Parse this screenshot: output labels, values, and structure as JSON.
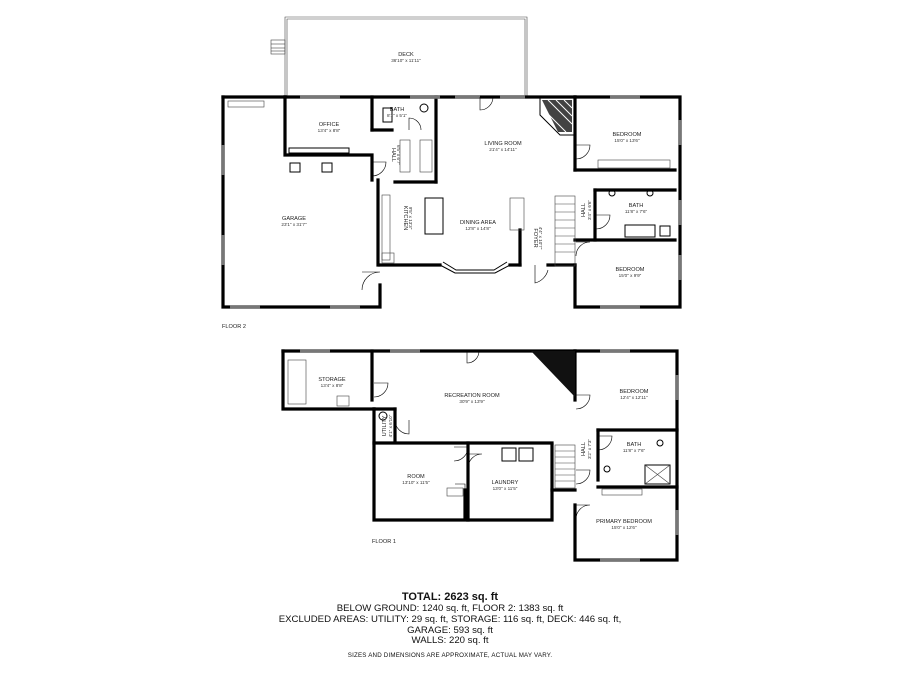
{
  "floors": {
    "floor2": {
      "label": "FLOOR 2",
      "rooms": {
        "deck": {
          "name": "DECK",
          "dim": "36'10\" x 11'11\""
        },
        "office": {
          "name": "OFFICE",
          "dim": "13'4\" x 8'8\""
        },
        "bath_small": {
          "name": "BATH",
          "dim": "8'1\" x 5'1\""
        },
        "hall": {
          "name": "HALL",
          "dim": "6'5\" x 6'7\""
        },
        "living": {
          "name": "LIVING ROOM",
          "dim": "21'4\" x 14'11\""
        },
        "bedroom_ne": {
          "name": "BEDROOM",
          "dim": "15'0\" x 13'6\""
        },
        "garage": {
          "name": "GARAGE",
          "dim": "23'1\" x 31'7\""
        },
        "kitchen": {
          "name": "KITCHEN",
          "dim": "9'5\" x 13'3\""
        },
        "dining": {
          "name": "DINING AREA",
          "dim": "12'8\" x 14'8\""
        },
        "foyer": {
          "name": "FOYER",
          "dim": "4'4\" x 10'7\""
        },
        "hall_e": {
          "name": "HALL",
          "dim": "3'4\" x 6'6\""
        },
        "bath_e": {
          "name": "BATH",
          "dim": "11'8\" x 7'6\""
        },
        "bedroom_se": {
          "name": "BEDROOM",
          "dim": "15'0\" x 9'9\""
        }
      }
    },
    "floor1": {
      "label": "FLOOR 1",
      "rooms": {
        "storage": {
          "name": "STORAGE",
          "dim": "13'4\" x 8'8\""
        },
        "recreation": {
          "name": "RECREATION ROOM",
          "dim": "30'9\" x 13'9\""
        },
        "utility": {
          "name": "UTILITY",
          "dim": "4'1\" x 6'10\""
        },
        "bedroom": {
          "name": "BEDROOM",
          "dim": "12'4\" x 12'11\""
        },
        "hall": {
          "name": "HALL",
          "dim": "3'2\" x 7'3\""
        },
        "bath": {
          "name": "BATH",
          "dim": "11'8\" x 7'6\""
        },
        "room": {
          "name": "ROOM",
          "dim": "13'10\" x 11'5\""
        },
        "laundry": {
          "name": "LAUNDRY",
          "dim": "13'0\" x 11'5\""
        },
        "primary": {
          "name": "PRIMARY BEDROOM",
          "dim": "15'0\" x 12'6\""
        }
      }
    }
  },
  "summary": {
    "total": "TOTAL: 2623 sq. ft",
    "line1": "BELOW GROUND: 1240 sq. ft, FLOOR 2: 1383 sq. ft",
    "line2": "EXCLUDED AREAS: UTILITY: 29 sq. ft, STORAGE: 116 sq. ft, DECK: 446 sq. ft,",
    "line3": "GARAGE: 593 sq. ft",
    "line4": "WALLS: 220 sq. ft",
    "disclaimer": "SIZES AND DIMENSIONS ARE APPROXIMATE, ACTUAL MAY VARY."
  }
}
